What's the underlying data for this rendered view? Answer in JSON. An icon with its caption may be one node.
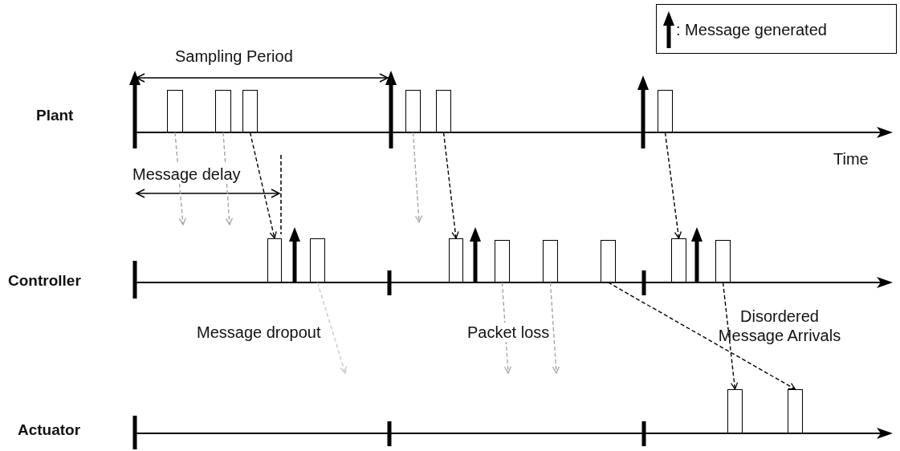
{
  "diagram": {
    "nodes": [
      {
        "text": [],
        "shape": "box"
      },
      {
        "text": [],
        "shape": "box"
      },
      {
        "text": [],
        "shape": "box"
      },
      {
        "text": [],
        "shape": "box"
      },
      {
        "text": [],
        "shape": "box"
      },
      {
        "text": [],
        "shape": "box"
      },
      {
        "text": [],
        "shape": "box"
      },
      {
        "text": [],
        "shape": "box"
      },
      {
        "text": [],
        "shape": "box"
      },
      {
        "text": [],
        "shape": "box"
      },
      {
        "text": [],
        "shape": "box"
      },
      {
        "text": [],
        "shape": "box"
      },
      {
        "text": [],
        "shape": "box"
      },
      {
        "text": [],
        "shape": "box"
      },
      {
        "text": [],
        "shape": "box"
      },
      {
        "text": [],
        "shape": "box"
      }
    ],
    "edges": [
      {
        "from": 0,
        "to": null,
        "arrow": "to",
        "style": "dashed",
        "color": "#a6a6a6"
      },
      {
        "from": 1,
        "to": null,
        "arrow": "to",
        "style": "dashed",
        "color": "#a6a6a6"
      },
      {
        "from": 2,
        "to": 6,
        "arrow": "to",
        "style": "dashed",
        "color": "#000000"
      },
      {
        "from": 3,
        "to": null,
        "arrow": "to",
        "style": "dashed",
        "color": "#a6a6a6"
      },
      {
        "from": 4,
        "to": 8,
        "arrow": "to",
        "style": "dashed",
        "color": "#000000"
      },
      {
        "from": 5,
        "to": 12,
        "arrow": "to",
        "style": "dashed",
        "color": "#000000"
      },
      {
        "from": 7,
        "to": null,
        "arrow": "to",
        "style": "dashed",
        "color": "#cccccc"
      },
      {
        "from": 9,
        "to": null,
        "arrow": "to",
        "style": "dashed",
        "color": "#a6a6a6"
      },
      {
        "from": 10,
        "to": null,
        "arrow": "to",
        "style": "dashed",
        "color": "#a6a6a6"
      },
      {
        "from": 11,
        "to": 15,
        "arrow": "to",
        "style": "dashed",
        "color": "#000000"
      },
      {
        "from": 13,
        "to": 14,
        "arrow": "to",
        "style": "dashed",
        "color": "#000000"
      }
    ],
    "labels": [
      "Sampling Period",
      "Plant",
      "Time",
      "Message delay",
      "Controller",
      "Message dropout",
      "Packet loss",
      "Disordered Message Arrivals",
      "Actuator"
    ],
    "legend": [
      {
        "text": ": Message generated"
      }
    ]
  }
}
